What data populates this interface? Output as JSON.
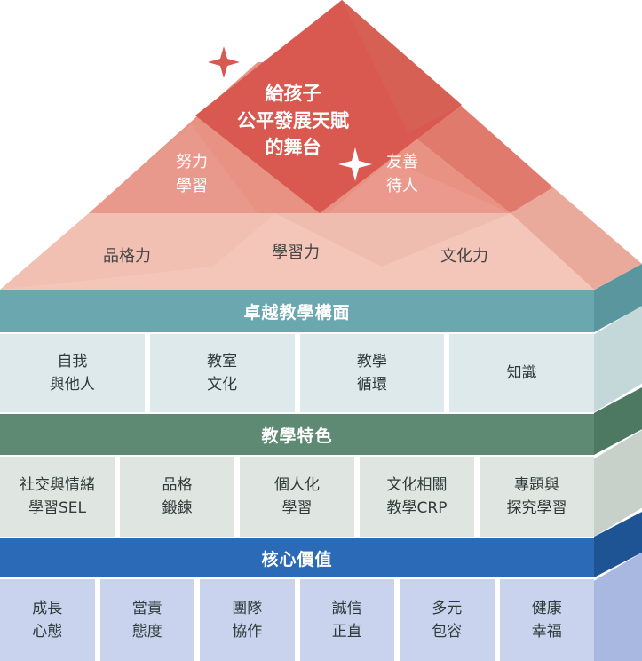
{
  "colors": {
    "roof_top": "#d9584f",
    "roof_mid": "#e89284",
    "roof_base": "#f3c6b9",
    "band_teaching": "#6ba7ae",
    "row_teaching": "#dde9ea",
    "band_features": "#5e8a73",
    "row_features": "#dfe6e1",
    "band_values": "#2a6ab7",
    "row_values": "#c9d3ee"
  },
  "roof": {
    "top_label": "給孩子\n公平發展天賦\n的舞台",
    "left_label": "努力\n學習",
    "right_label": "友善\n待人",
    "base_labels": [
      "品格力",
      "學習力",
      "文化力"
    ]
  },
  "teaching": {
    "title": "卓越教學構面",
    "items": [
      "自我\n與他人",
      "教室\n文化",
      "教學\n循環",
      "知識"
    ]
  },
  "features": {
    "title": "教學特色",
    "items": [
      "社交與情緒\n學習SEL",
      "品格\n鍛鍊",
      "個人化\n學習",
      "文化相關\n教學CRP",
      "專題與\n探究學習"
    ]
  },
  "values": {
    "title": "核心價值",
    "items": [
      "成長\n心態",
      "當責\n態度",
      "團隊\n協作",
      "誠信\n正直",
      "多元\n包容",
      "健康\n幸福"
    ]
  }
}
